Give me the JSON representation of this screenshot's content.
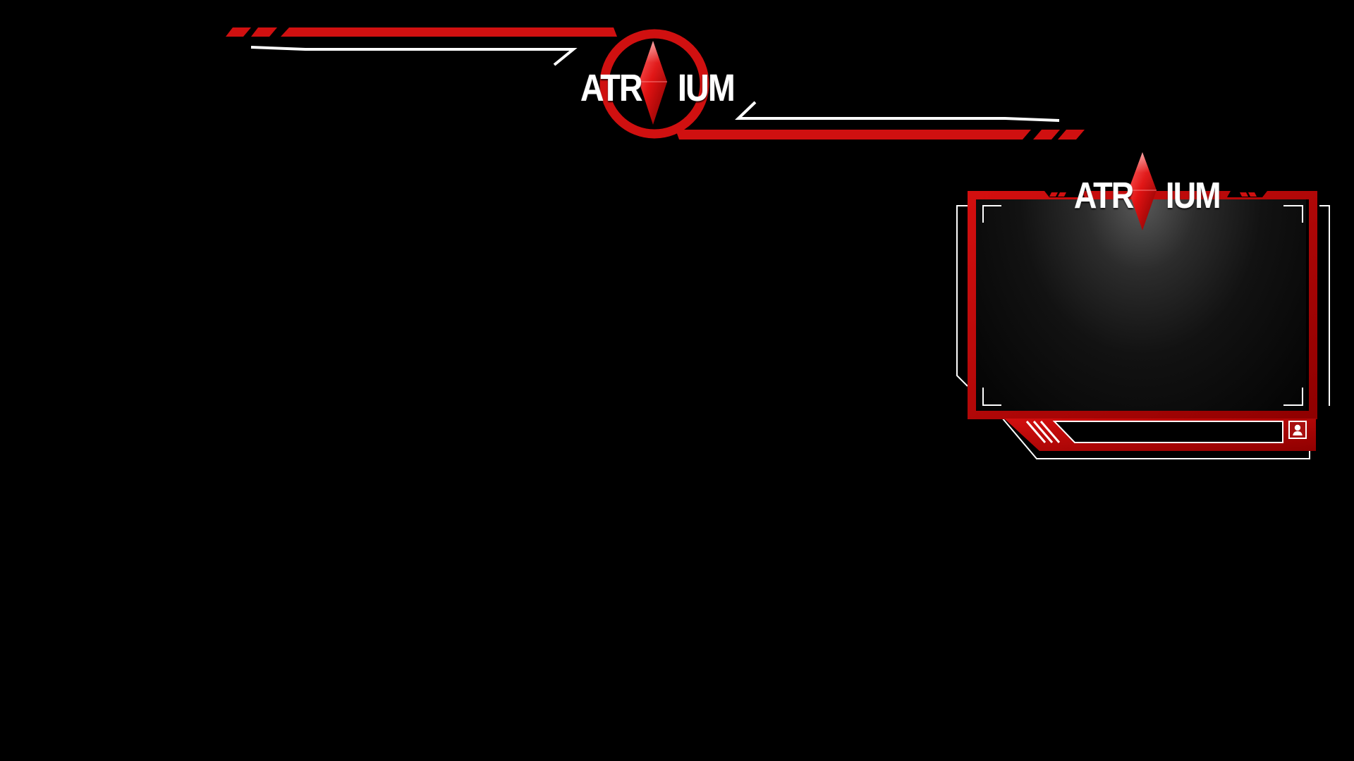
{
  "overlay": {
    "top_logo": {
      "left_text": "ATR",
      "right_text": "IUM",
      "icon": "red-diamond-icon"
    },
    "camera_frame": {
      "logo": {
        "left_text": "ATR",
        "right_text": "IUM",
        "icon": "red-diamond-icon"
      },
      "avatar_icon": "user-icon"
    },
    "colors": {
      "background": "#000000",
      "accent": "#d01010",
      "accent_dark": "#8e0000",
      "line": "#ffffff"
    }
  }
}
